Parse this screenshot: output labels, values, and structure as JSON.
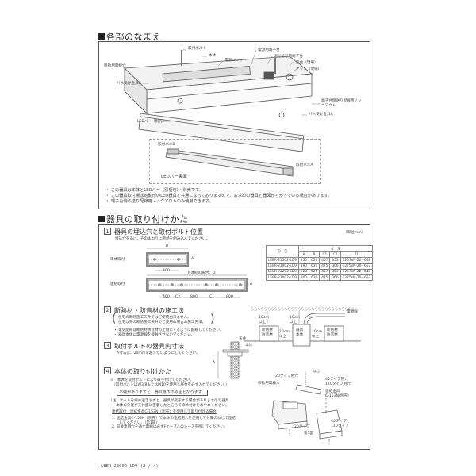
{
  "section1": {
    "title": "各部のなまえ",
    "labels": {
      "mounting_bolt": "取付ボルト",
      "body": "本体",
      "power_unit": "電源ユニット",
      "power_terminal": "電源用端子台",
      "dimming_terminal": "調光信号用端子台",
      "washer": "座金（現場）",
      "nut": "ナット（現場）",
      "lead_wire_hole": "移動用電線穴",
      "spring_bracket_b": "バネ受け金具B",
      "spring_bracket_a": "バネ受け金具A",
      "knockout": "端子台側送り配線用ノックアウト",
      "led_bar": "LEDバー（別売）",
      "spring_b": "取付バネB",
      "spring_a": "取付バネA",
      "led_bar_back": "LEDバー裏面"
    },
    "notes": [
      "この器具は本体とLEDバー（別梱包）・別売です。",
      "この器具取付場は始動形のLED器具と共通になっておりますので、お求めの器具と器図がちがっている場合があります。",
      "端子台側の送り配線用ノックアウトのみ使用できます。"
    ]
  },
  "section2": {
    "title": "器具の取り付けかた",
    "step1": {
      "num": "1",
      "title": "器具の埋込穴と取付ボルト位置",
      "desc": "埋込穴をあけ、そのまわりに断熱を組み込んでください。",
      "unit": "（単位mm）",
      "single_label": "単体取付",
      "continuous_label": "連結取付",
      "dim_b": "B",
      "dim_a": "A",
      "dim_400": "400",
      "n_label": "N連結の場合：D",
      "dims_bottom": [
        "400",
        "C2",
        "800",
        "C1",
        "800"
      ],
      "table": {
        "header_model": "形　名",
        "header_dims": "寸　法",
        "cols": [
          "A",
          "B",
          "C1",
          "C2",
          "D"
        ],
        "rows": [
          {
            "model": "LEER-21502-LD9",
            "values": [
              "150",
              "626",
              "457",
              "353",
              "1257xN-20+648"
            ]
          },
          {
            "model": "LEER-21902-LD9",
            "values": [
              "190",
              "639",
              "475",
              "366",
              "1275xN-20+657"
            ]
          },
          {
            "model": "LEER-22202-LD9",
            "values": [
              "220",
              "626",
              "457",
              "353",
              "1257xN-20+648"
            ]
          },
          {
            "model": "LEER-23002-LD9",
            "values": [
              "300",
              "639",
              "475",
              "366",
              "1275xN-20+657"
            ]
          }
        ]
      }
    },
    "step2": {
      "num": "2",
      "title": "断熱材・防音材の施工法",
      "paren_lines": [
        "住宅の断熱施工天井ではご使用出来ません。",
        "住宅以外の断熱施工天井でご使用の場合の施工方法。"
      ],
      "bullets": [
        "電気配線は断熱材防音材の上側にくるように配線してください。",
        "器具本体に電源線を接触させないでください。"
      ],
      "diagram": {
        "clearance_top_1": "10cm",
        "clearance_top_1b": "以上",
        "clearance_top_2": "10cm",
        "clearance_top_2b": "以上",
        "power_line": "電源線",
        "insulation_left": [
          "断熱材",
          "防音材"
        ],
        "insulation_right": [
          "断熱材",
          "防音材"
        ],
        "fixture": [
          "器具",
          "本体"
        ],
        "side_left": "10cm",
        "side_left_b": "以上",
        "side_right": "10cm",
        "side_right_b": "以上",
        "ceiling": "天井"
      }
    },
    "step3": {
      "num": "3",
      "title": "取付ボルトの器具内寸法",
      "desc": "A寸法は、20mmを越えないようにしてください。",
      "body_label": "本体",
      "dim_a": "A"
    },
    "step4": {
      "num": "4",
      "title": "本体の取り付けかた",
      "items": [
        "①　本体を取付ボルトにより取り付けてください。",
        "　（取付ボルトはW3/8またはM10を使用し座金を必ず入れてください。）"
      ],
      "warning": "不備がありますと、器具落下の原因となります。",
      "notes": [
        "（注）ナットを締め過ぎますと、器具が変形する場合がありますので器具",
        "　　本体の外径が天井面に密着したところで締め付けをおやめください。"
      ],
      "continuous_title": "連結取付　連結金具C-153N（別売）を使用して取り付ける場合",
      "continuous_steps": [
        "1. 連結金具C-153N（別売）で本体の連結用穴を使用して付属のねじで連結",
        "　　してください。（第1図）",
        "2. 前後連用穴を通す電線は必ずFケーブルのシースを残してください。"
      ],
      "figure": {
        "screw": "ねじ",
        "type20_hole": "20タイプ用穴",
        "type40_hole": "40タイプ用穴",
        "type110_hole": "110タイプ用穴",
        "wire_hole": "移動用電線穴",
        "connector": "連結金具",
        "connector_model": "C-153N(別売)",
        "type20": "20タイプ",
        "type40": "40タイプ",
        "type110": "110タイプ",
        "fig_label": "第1図"
      }
    }
  },
  "footer": {
    "model_page": "LEER-23002-LD9 (2 / 4)"
  }
}
